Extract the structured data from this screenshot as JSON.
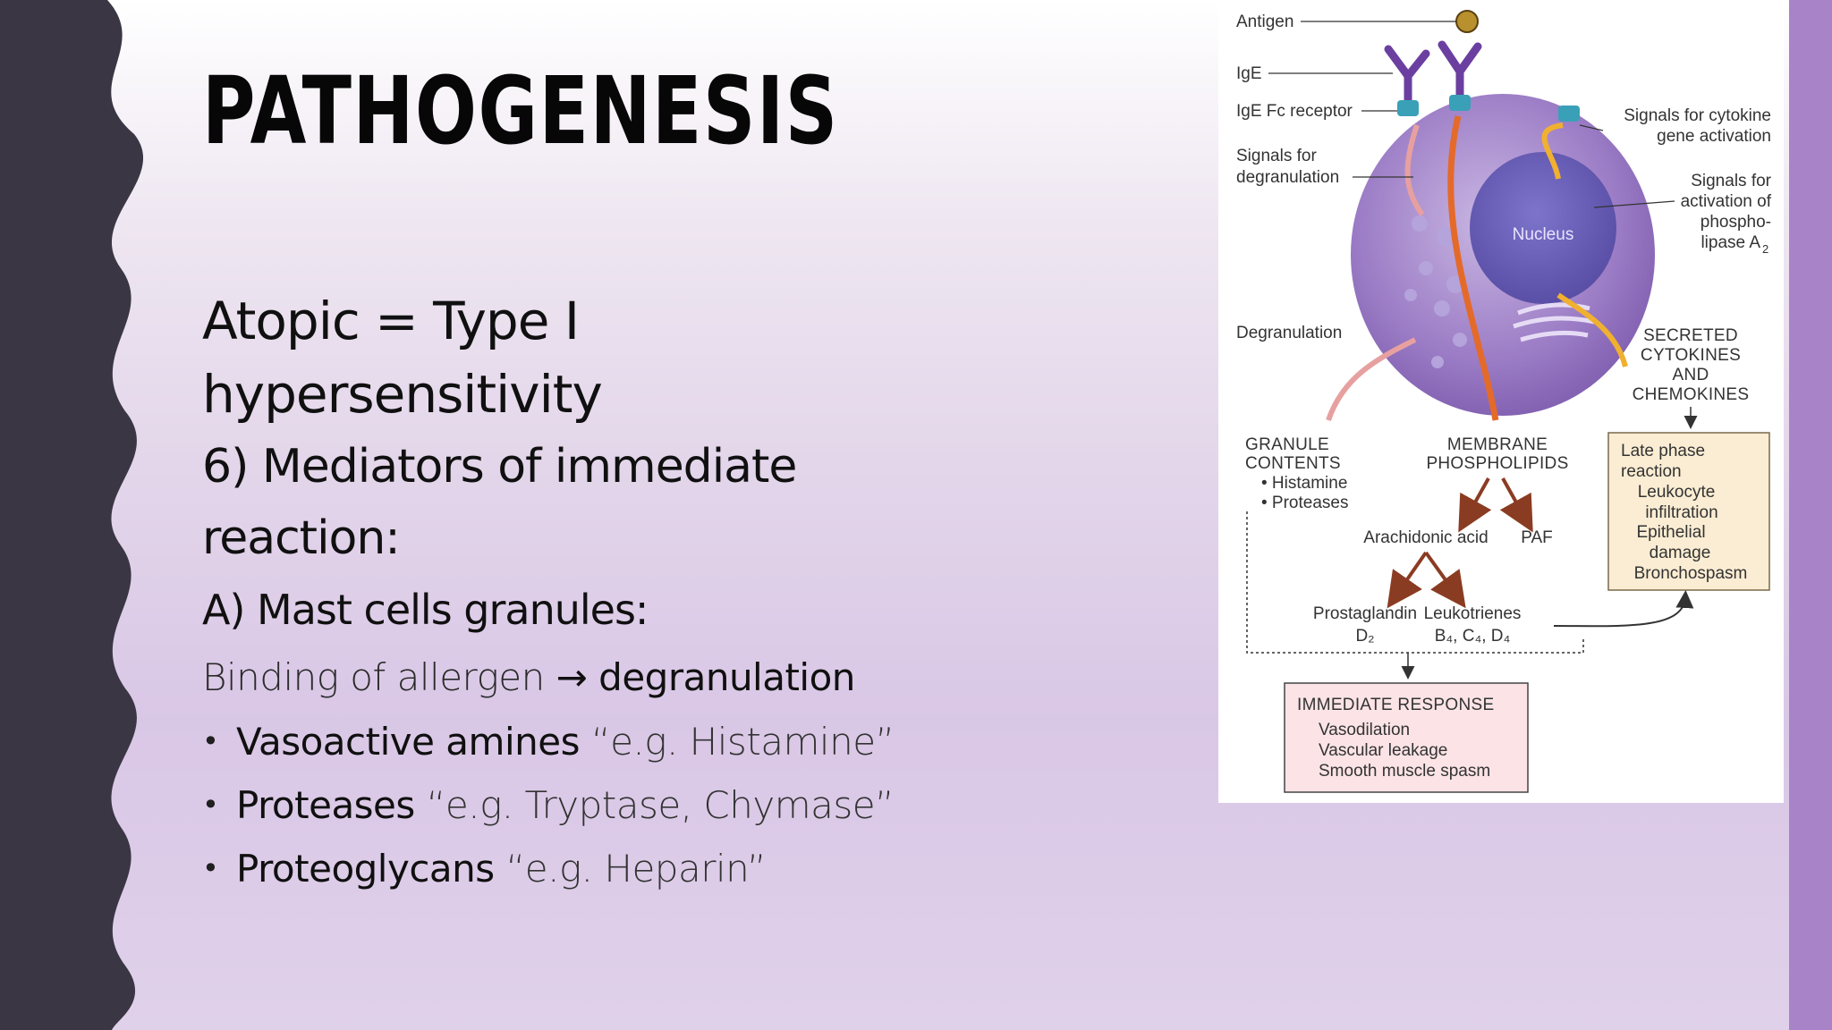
{
  "title": "PATHOGENESIS",
  "lines": {
    "atopic": "Atopic = Type I hypersensitivity",
    "mediators": "6) Mediators of immediate reaction:",
    "mast": "A) Mast cells granules:",
    "binding_prefix": "Binding of allergen",
    "binding_arrow": "→",
    "binding_bold": "degranulation"
  },
  "bullets": [
    {
      "term": "Vasoactive amines",
      "example": "“e.g. Histamine”"
    },
    {
      "term": "Proteases",
      "example": "“e.g. Tryptase, Chymase”"
    },
    {
      "term": "Proteoglycans",
      "example": "“e.g. Heparin”"
    }
  ],
  "figure": {
    "antigen": "Antigen",
    "ige": "IgE",
    "ige_fc": "IgE Fc receptor",
    "signals_degran_1": "Signals for",
    "signals_degran_2": "degranulation",
    "signals_cyto_1": "Signals for cytokine",
    "signals_cyto_2": "gene activation",
    "signals_phos_1": "Signals for",
    "signals_phos_2": "activation of",
    "signals_phos_3": "phospho-",
    "signals_phos_4": "lipase A",
    "signals_phos_sub": "2",
    "nucleus": "Nucleus",
    "degranulation": "Degranulation",
    "secreted_1": "SECRETED",
    "secreted_2": "CYTOKINES",
    "secreted_3": "AND",
    "secreted_4": "CHEMOKINES",
    "granule_1": "GRANULE",
    "granule_2": "CONTENTS",
    "granule_3": "• Histamine",
    "granule_4": "• Proteases",
    "membrane_1": "MEMBRANE",
    "membrane_2": "PHOSPHOLIPIDS",
    "arachidonic": "Arachidonic acid",
    "paf": "PAF",
    "prostaglandin": "Prostaglandin",
    "prostaglandin_sub": "D₂",
    "leukotrienes": "Leukotrienes",
    "leukotrienes_sub": "B₄, C₄, D₄",
    "late_1": "Late phase",
    "late_2": "reaction",
    "late_3": "Leukocyte",
    "late_4": "infiltration",
    "late_5": "Epithelial",
    "late_6": "damage",
    "late_7": "Bronchospasm",
    "immediate_title": "IMMEDIATE RESPONSE",
    "immediate_1": "Vasodilation",
    "immediate_2": "Vascular leakage",
    "immediate_3": "Smooth muscle spasm"
  },
  "colors": {
    "left_band": "#3a3644",
    "right_band": "#a983c8",
    "cell": "#9b7cc4",
    "nucleus": "#6a5fb6",
    "late_box": "#fbedd3",
    "immediate_box": "#fbe3e6"
  }
}
